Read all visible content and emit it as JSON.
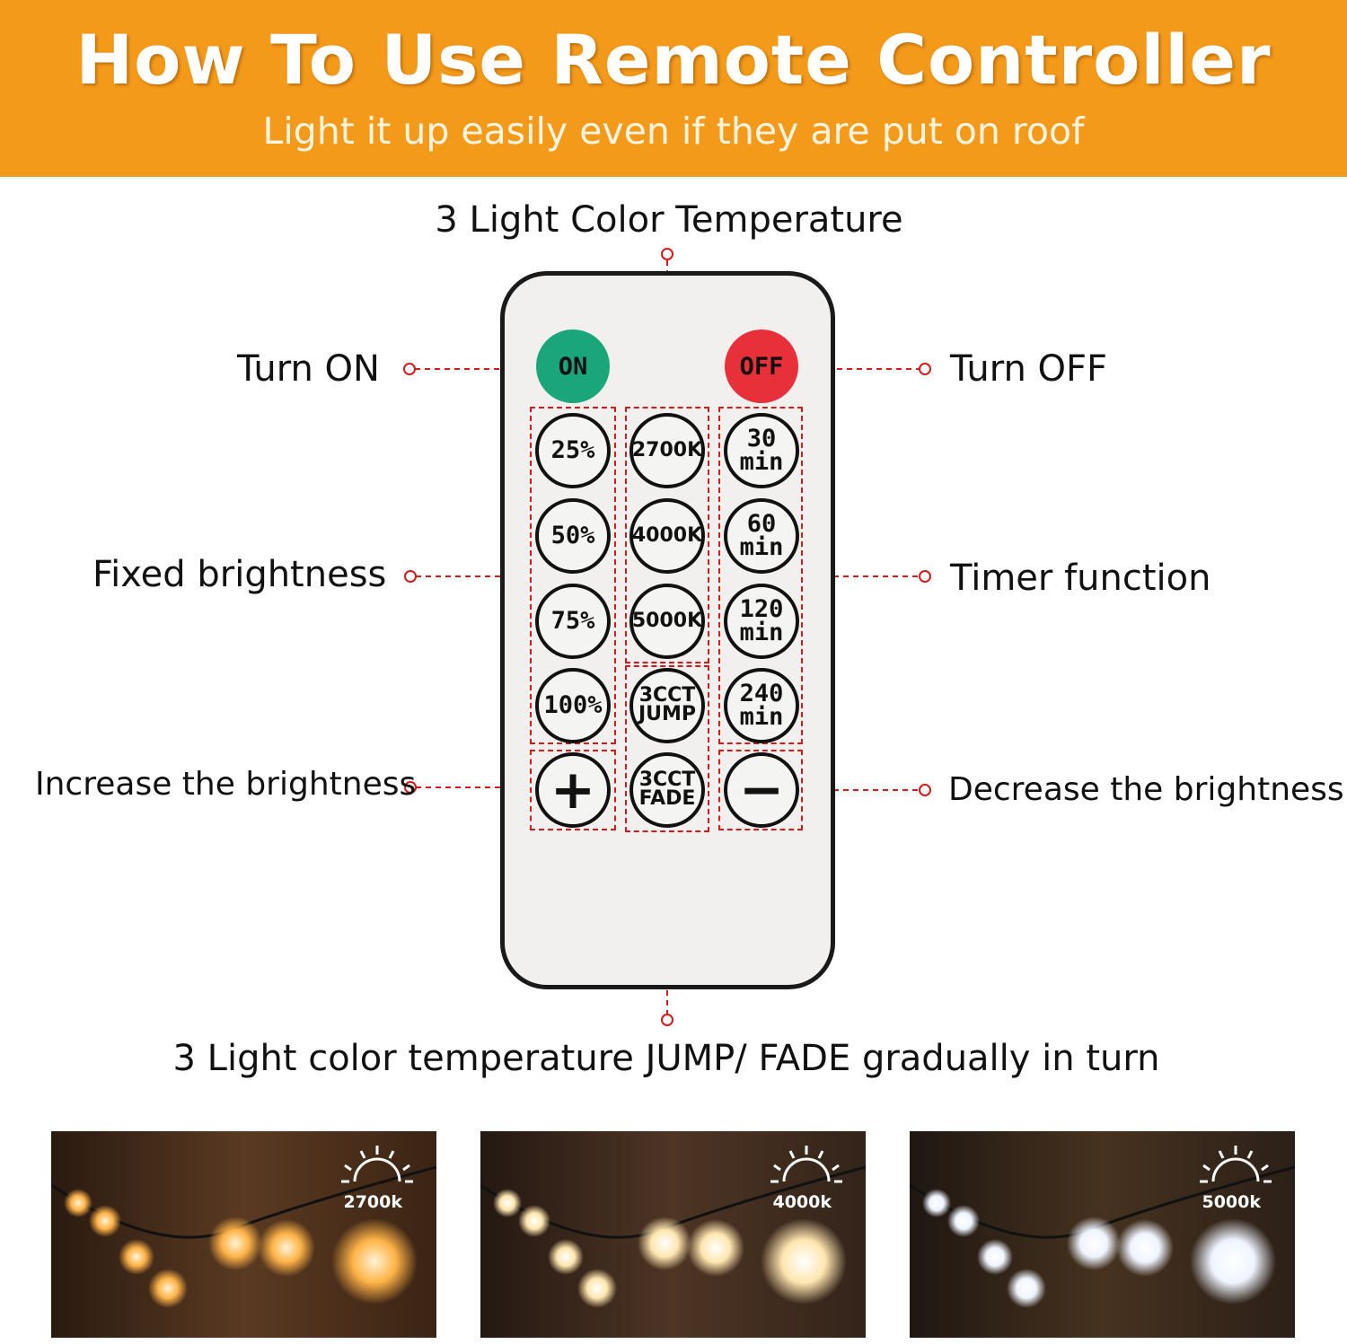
{
  "banner": {
    "title": "How To Use Remote Controller",
    "subtitle": "Light it up easily even if they are put on roof"
  },
  "labels": {
    "top": "3 Light Color Temperature",
    "turn_on": "Turn ON",
    "turn_off": "Turn OFF",
    "fixed": "Fixed brightness",
    "timer": "Timer function",
    "increase": "Increase the brightness",
    "decrease": "Decrease the brightness",
    "bottom": "3 Light color temperature JUMP/ FADE gradually in turn"
  },
  "remote": {
    "on": "ON",
    "off": "OFF",
    "brightness": [
      "25%",
      "50%",
      "75%",
      "100%"
    ],
    "temps": [
      "2700K",
      "4000K",
      "5000K"
    ],
    "jump": [
      "3CCT",
      "JUMP"
    ],
    "fade": [
      "3CCT",
      "FADE"
    ],
    "timers": [
      {
        "num": "30",
        "unit": "min"
      },
      {
        "num": "60",
        "unit": "min"
      },
      {
        "num": "120",
        "unit": "min"
      },
      {
        "num": "240",
        "unit": "min"
      }
    ],
    "plus": "+",
    "minus": "−"
  },
  "photos": [
    {
      "temp": "2700k",
      "icon": "sun-icon",
      "glow": "#ffb347"
    },
    {
      "temp": "4000k",
      "icon": "sun-icon",
      "glow": "#ffe6b0"
    },
    {
      "temp": "5000k",
      "icon": "sun-icon",
      "glow": "#f4f8ff"
    }
  ],
  "colors": {
    "banner": "#f49a1a",
    "on_button": "#1aa67a",
    "off_button": "#e8303a",
    "callout": "#d41a1a"
  }
}
